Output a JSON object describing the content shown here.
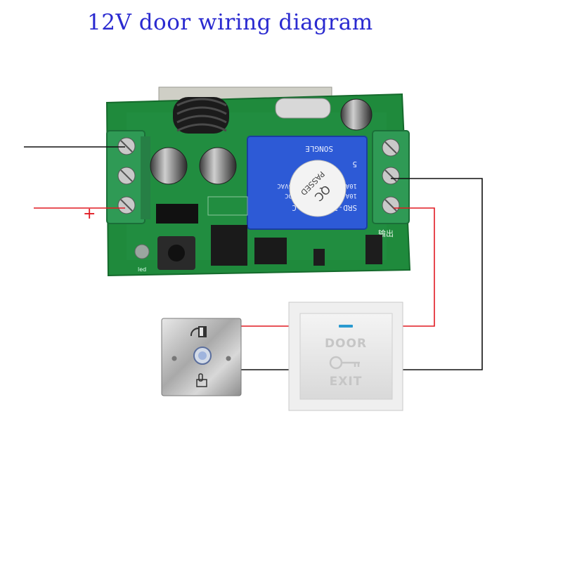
{
  "title": "12V door wiring diagram",
  "polarity_mark": "+",
  "board": {
    "relay_text": [
      "SRD-12VDC-SL-C",
      "10A  30VDC  10A 28VDC",
      "10A  250VAC  10A 125VAC"
    ],
    "qc_sticker": [
      "QC",
      "PASSED"
    ],
    "relay_side_text": "5",
    "relay_bottom_text": "SONGLE",
    "output_label": "输出",
    "led_label": "led"
  },
  "exit_panel": {
    "top_text": "DOOR",
    "bottom_text": "EXIT"
  },
  "colors": {
    "title": "#2a2ad0",
    "positive_wire": "#e11a22",
    "negative_wire": "#111111",
    "pcb": "#1f8a3c",
    "terminal": "#2f9a55",
    "relay": "#2d5ad6"
  }
}
